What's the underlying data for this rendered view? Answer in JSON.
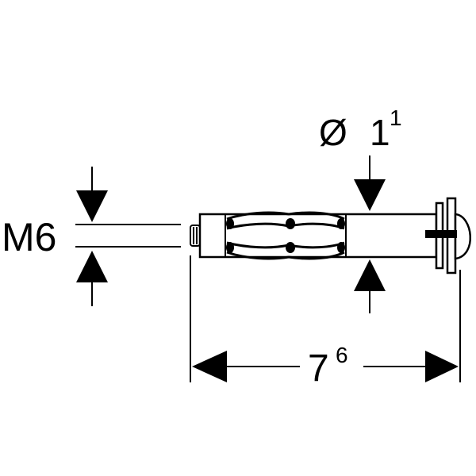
{
  "labels": {
    "thread": "M6",
    "diameter_symbol": "Ø",
    "diameter_main": "1",
    "diameter_sup": "1",
    "length_main": "7",
    "length_sup": "6"
  },
  "colors": {
    "ink": "#000000",
    "background": "#ffffff"
  }
}
